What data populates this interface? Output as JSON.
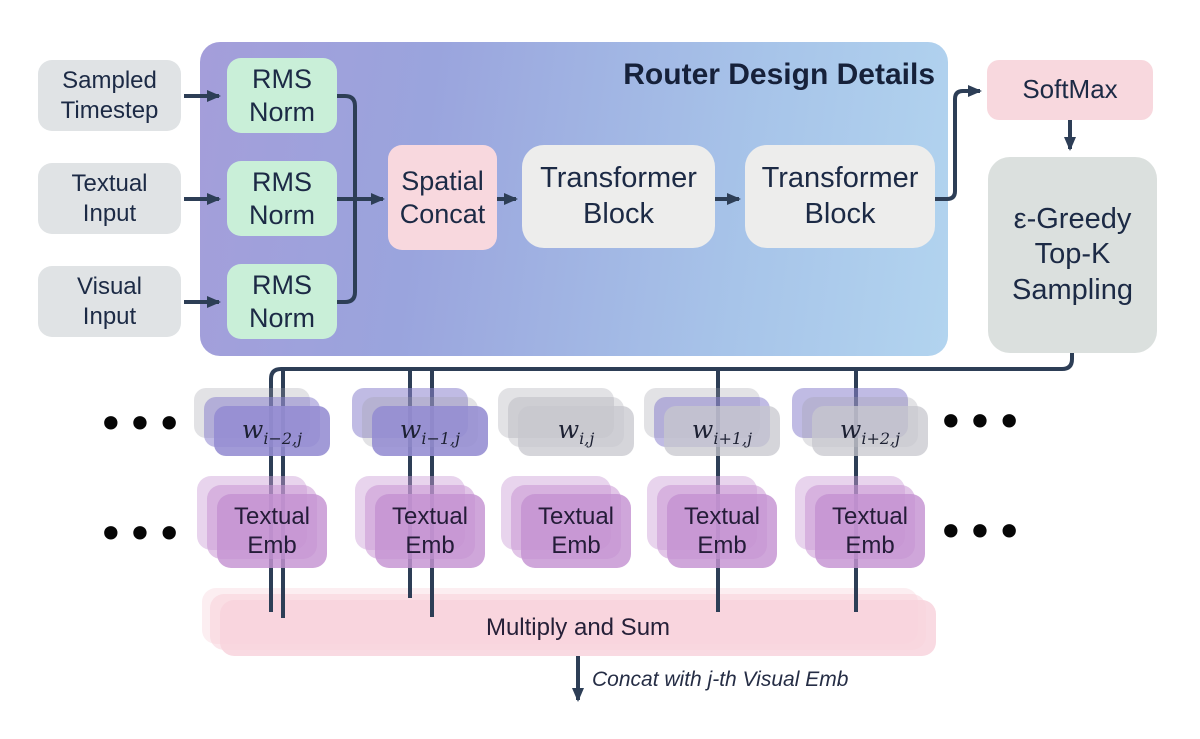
{
  "title": "Router Design Details",
  "palette": {
    "container_left": "#a49eda",
    "container_right": "#b2d4ef",
    "rms_green": "#c9efd8",
    "pink": "#f8d8de",
    "block_gray": "#ededec",
    "sampler_gray": "#dbe0de",
    "input_gray": "#e0e3e5",
    "weight_purple": "#948cd2",
    "weight_gray": "#d8d8dc",
    "emb_plum": "#d7b2e0",
    "bar_pink": "#f9dde5",
    "wire": "#2d3e56",
    "text_dark": "#1c2a45"
  },
  "inputs": [
    {
      "label": "Sampled\nTimestep"
    },
    {
      "label": "Textual\nInput"
    },
    {
      "label": "Visual\nInput"
    }
  ],
  "router": {
    "title": "Router Design Details",
    "rms_label": "RMS\nNorm",
    "spatial_concat": "Spatial\nConcat",
    "transformer_block": "Transformer\nBlock"
  },
  "softmax": "SoftMax",
  "sampler": "ε-Greedy\nTop-K\nSampling",
  "weights": [
    {
      "base": "w",
      "sub": "i−2,j",
      "layers": [
        "gray",
        "purple",
        "purple"
      ]
    },
    {
      "base": "w",
      "sub": "i−1,j",
      "layers": [
        "purple",
        "gray",
        "purple"
      ]
    },
    {
      "base": "w",
      "sub": "i,j",
      "layers": [
        "gray",
        "gray",
        "gray"
      ]
    },
    {
      "base": "w",
      "sub": "i+1,j",
      "layers": [
        "gray",
        "purple",
        "gray"
      ]
    },
    {
      "base": "w",
      "sub": "i+2,j",
      "layers": [
        "purple",
        "gray",
        "gray"
      ]
    }
  ],
  "textual_emb": "Textual\nEmb",
  "multiply_bar": "Multiply and Sum",
  "concat_note": "Concat with j-th Visual Emb",
  "ellipsis": "•••"
}
